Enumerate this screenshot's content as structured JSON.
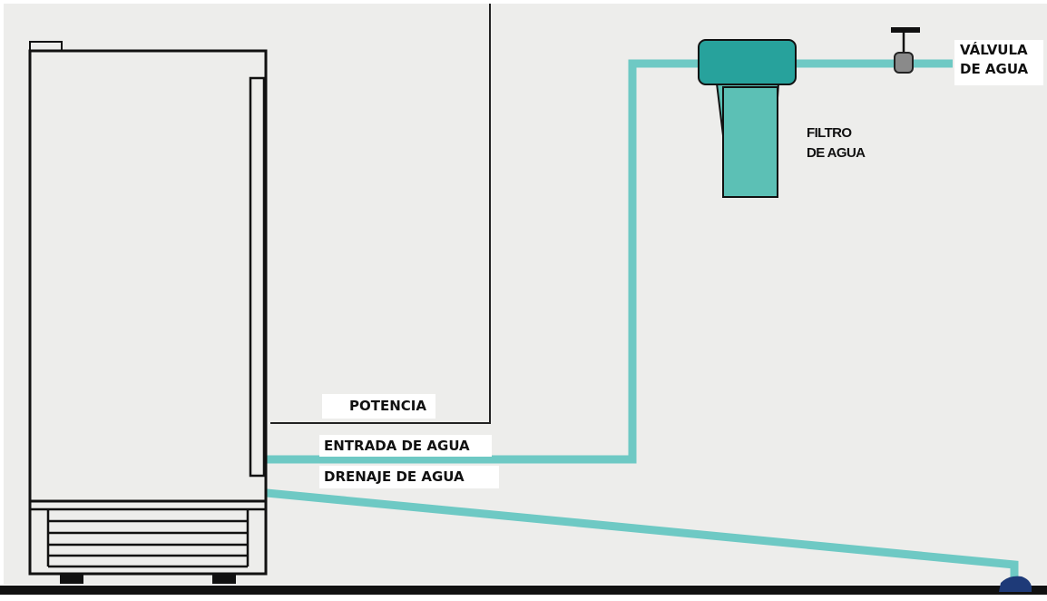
{
  "labels": {
    "power": "POTENCIA",
    "water_inlet": "ENTRADA DE AGUA",
    "water_drain": "DRENAJE DE AGUA",
    "water_valve": [
      "VÁLVULA",
      "DE AGUA"
    ],
    "water_filter": [
      "FILTRO",
      "DE AGUA"
    ]
  },
  "colors": {
    "wall": "#ededeb",
    "pipe": "#6ec9c4",
    "filter_head": "#27a29c",
    "filter_body": "#5cc0b5",
    "outline": "#111111",
    "floor": "#111111",
    "drain_cap": "#1e3a78",
    "valve": "#8a8a8a"
  }
}
